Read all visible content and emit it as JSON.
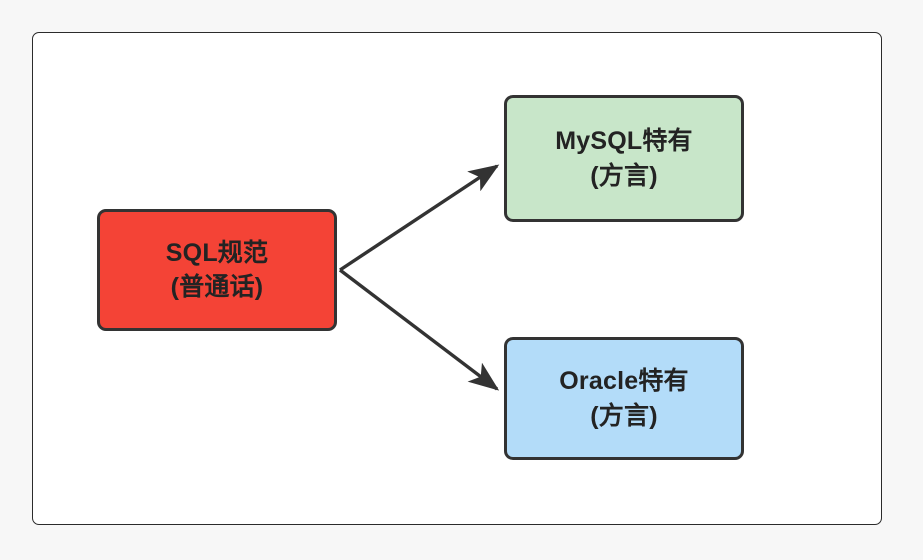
{
  "page": {
    "background_color": "#f7f7f7",
    "frame": {
      "name": "diagram-frame",
      "fill": "#ffffff",
      "border_color": "#2b2b2b"
    }
  },
  "diagram": {
    "type": "flowchart",
    "orientation": "left-to-right",
    "nodes": [
      {
        "id": "sql-standard",
        "line1": "SQL规范",
        "line2": "(普通话)",
        "fill": "#f44336",
        "border_color": "#333333",
        "text_color": "#232323"
      },
      {
        "id": "mysql-dialect",
        "line1": "MySQL特有",
        "line2": "(方言)",
        "fill": "#c8e6c9",
        "border_color": "#333333",
        "text_color": "#232323"
      },
      {
        "id": "oracle-dialect",
        "line1": "Oracle特有",
        "line2": "(方言)",
        "fill": "#b3dcf9",
        "border_color": "#333333",
        "text_color": "#232323"
      }
    ],
    "edges": [
      {
        "id": "edge-sql-to-mysql",
        "from": "sql-standard",
        "to": "mysql-dialect",
        "label": "",
        "color": "#333333",
        "arrowhead": "solid-triangle"
      },
      {
        "id": "edge-sql-to-oracle",
        "from": "sql-standard",
        "to": "oracle-dialect",
        "label": "",
        "color": "#333333",
        "arrowhead": "solid-triangle"
      }
    ]
  }
}
